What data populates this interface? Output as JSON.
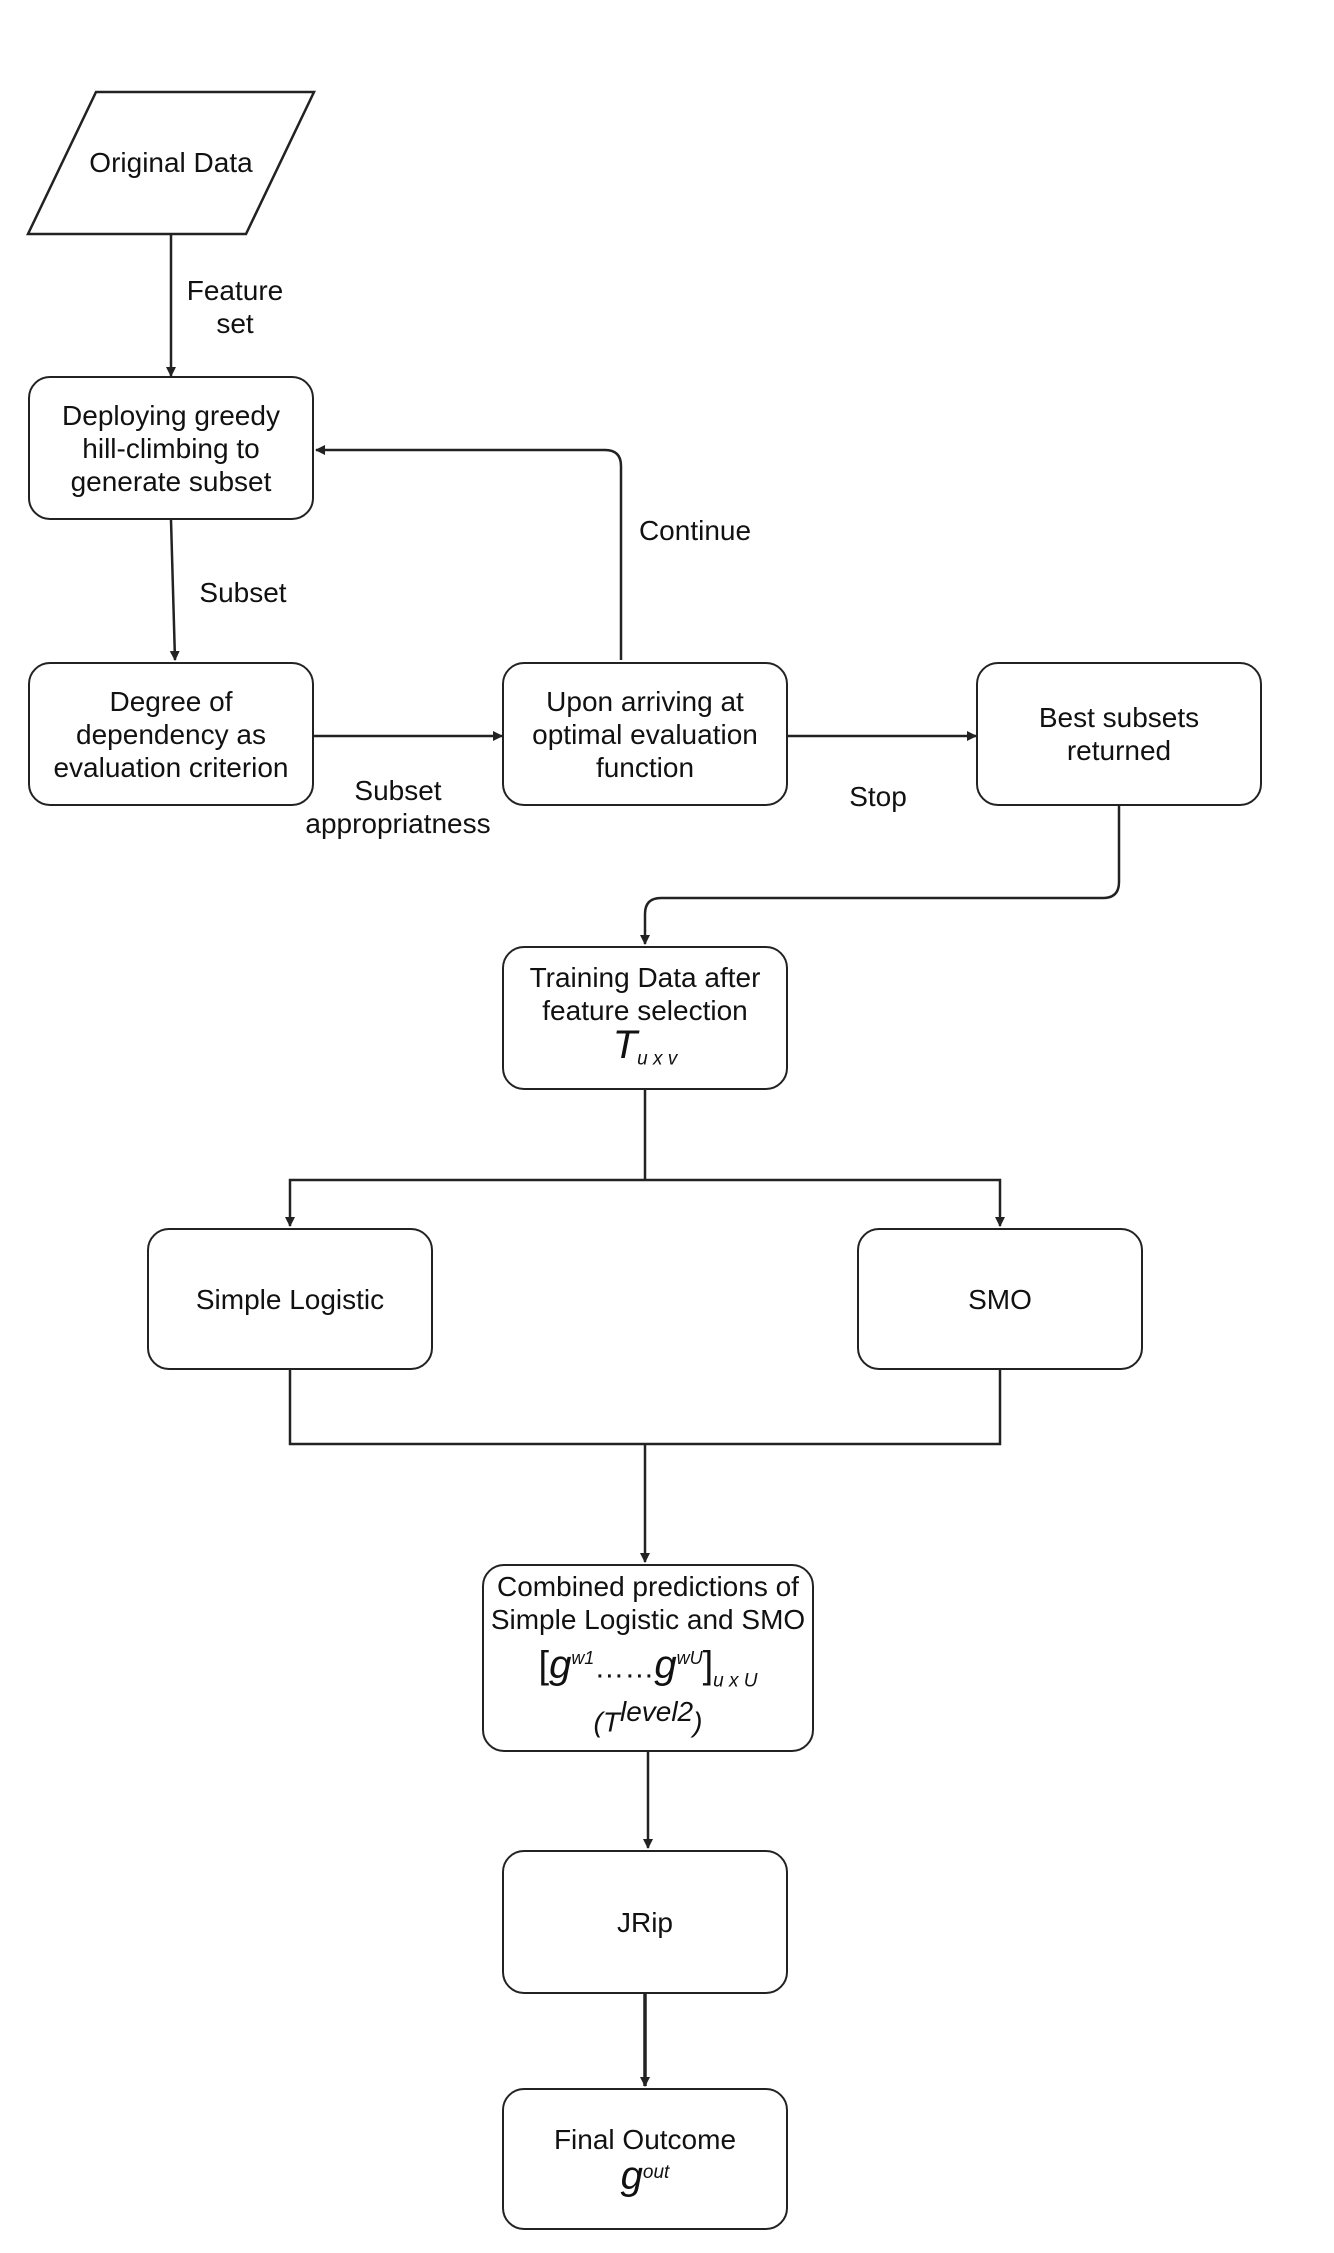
{
  "nodes": {
    "original_data": "Original Data",
    "greedy": [
      "Deploying greedy",
      "hill-climbing to",
      "generate subset"
    ],
    "degree": [
      "Degree of",
      "dependency as",
      "evaluation criterion"
    ],
    "upon": [
      "Upon arriving at",
      "optimal evaluation",
      "function"
    ],
    "best": [
      "Best subsets",
      "returned"
    ],
    "training": {
      "lines": [
        "Training Data after",
        "feature selection"
      ],
      "symbol": "T",
      "sub": "u x v"
    },
    "simple_logistic": "Simple Logistic",
    "smo": "SMO",
    "combined": {
      "lines": [
        "Combined predictions of",
        "Simple Logistic and SMO"
      ],
      "formula": {
        "open": "[",
        "g1": "g",
        "sup1": "w1",
        "dots": "……",
        "g2": "g",
        "sup2": "wU",
        "close": "]",
        "sub": "u x U"
      },
      "level": {
        "open": "(",
        "T": "T",
        "sup": "level2",
        "close": ")"
      }
    },
    "jrip": "JRip",
    "final": {
      "line": "Final Outcome",
      "symbol": "g",
      "sup": "out"
    }
  },
  "edge_labels": {
    "feature_set": [
      "Feature",
      "set"
    ],
    "subset": "Subset",
    "continue": "Continue",
    "subset_app": [
      "Subset",
      "appropriatness"
    ],
    "stop": "Stop"
  }
}
